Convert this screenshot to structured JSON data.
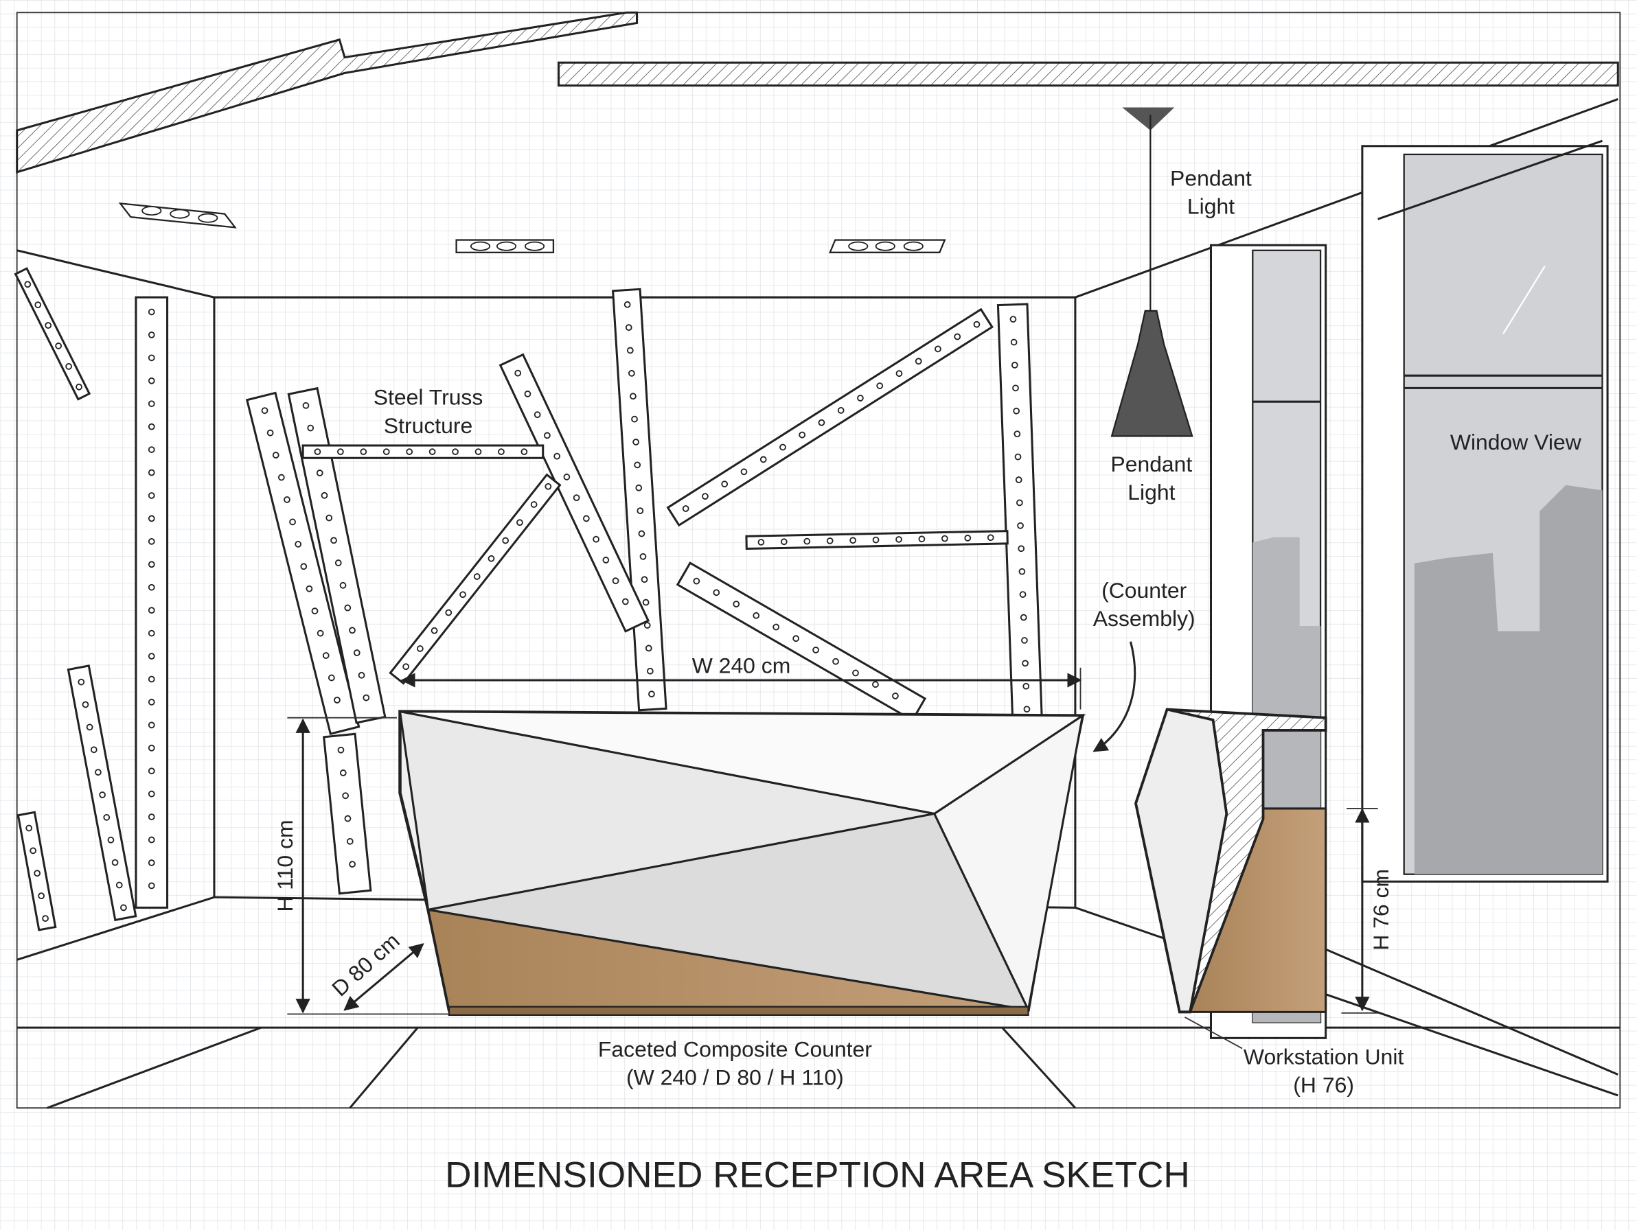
{
  "title": "DIMENSIONED RECEPTION AREA SKETCH",
  "labels": {
    "pendant_top": [
      "Pendant",
      "Light"
    ],
    "pendant_mid": [
      "Pendant",
      "Light"
    ],
    "steel_truss": [
      "Steel Truss",
      "Structure"
    ],
    "window_view": "Window View",
    "counter_assembly": [
      "(Counter",
      "Assembly)"
    ],
    "counter": [
      "Faceted Composite Counter",
      "(W 240 / D 80 / H 110)"
    ],
    "workstation": [
      "Workstation Unit",
      "(H 76)"
    ]
  },
  "dimensions": {
    "width": "W 240 cm",
    "height": "H 110 cm",
    "depth": "D 80 cm",
    "workstation_height": "H 76 cm"
  },
  "colors": {
    "wood": "#b8946a",
    "pendant": "#555555",
    "window_glass": "#c9cacc",
    "skyline": "#9fa1a4",
    "grid": "#dfe2e6"
  }
}
